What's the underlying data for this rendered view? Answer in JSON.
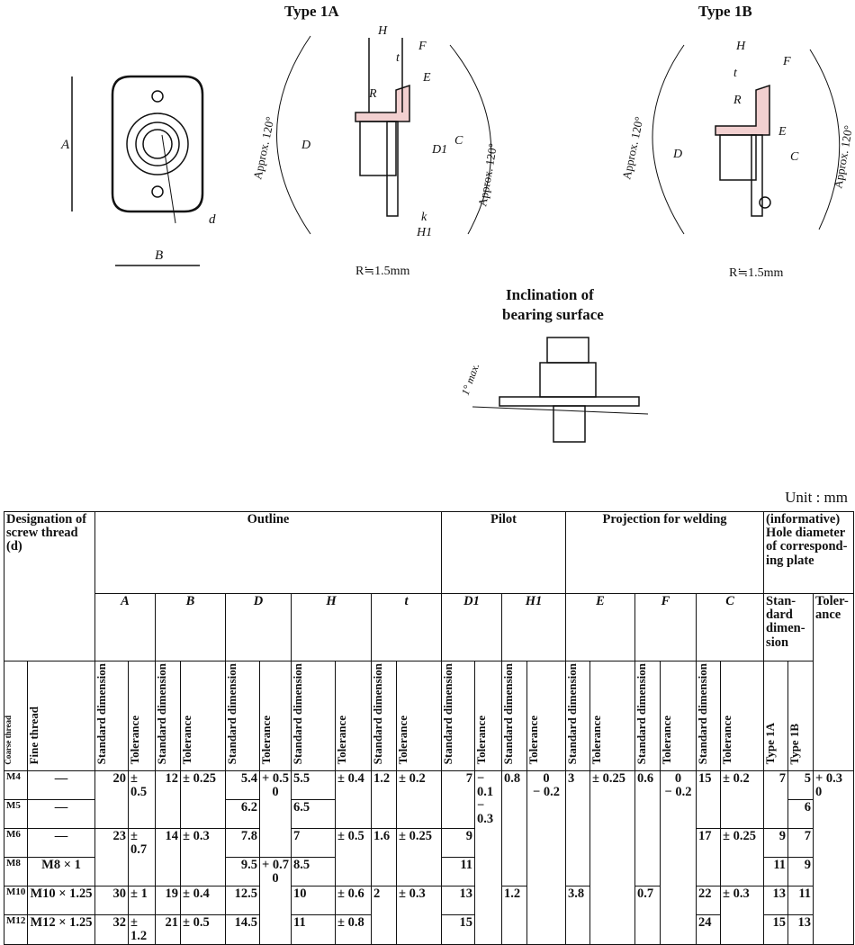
{
  "drawing": {
    "plan": {
      "A": "A",
      "B": "B",
      "d": "d"
    },
    "type1a": {
      "title": "Type 1A",
      "approx_left": "Approx. 120°",
      "approx_right": "Approx. 120°",
      "H": "H",
      "F": "F",
      "t": "t",
      "E": "E",
      "R": "R",
      "D": "D",
      "D1": "D1",
      "C": "C",
      "k": "k",
      "H1": "H1",
      "radius": "R≒1.5mm"
    },
    "type1b": {
      "title": "Type 1B",
      "approx_left": "Approx. 120°",
      "approx_right": "Approx. 120°",
      "H": "H",
      "F": "F",
      "t": "t",
      "E": "E",
      "R": "R",
      "D": "D",
      "C": "C",
      "radius": "R≒1.5mm"
    },
    "inclination": {
      "title_line1": "Inclination of",
      "title_line2": "bearing surface",
      "angle": "1° max."
    }
  },
  "table": {
    "unit": "Unit : mm",
    "headers": {
      "designation": "Designation of screw thread (d)",
      "outline": "Outline",
      "pilot": "Pilot",
      "projection": "Projection for welding",
      "informative": "(informative) Hole diameter of correspond-ing plate",
      "A": "A",
      "B": "B",
      "D": "D",
      "H": "H",
      "t": "t",
      "D1": "D1",
      "H1": "H1",
      "E": "E",
      "F": "F",
      "C": "C",
      "hole_std": "Stan-dard dimen-sion",
      "hole_tol": "Toler-ance",
      "coarse": "Coarse thread",
      "fine": "Fine thread",
      "std": "Standard dimension",
      "tol": "Tolerance",
      "type1a": "Type 1A",
      "type1b": "Type 1B"
    },
    "rows": [
      {
        "coarse": "M4",
        "fine": "—",
        "A": "20",
        "A_tol": "± 0.5",
        "B": "12",
        "B_tol": "± 0.25",
        "D": "5.4",
        "D_tol": "+ 0.5\n0",
        "H": "5.5",
        "H_tol": "± 0.4",
        "t": "1.2",
        "t_tol": "± 0.2",
        "D1": "7",
        "D1_tol": "− 0.1\n− 0.3",
        "H1": "0.8",
        "H1_tol": "0\n− 0.2",
        "E": "3",
        "E_tol": "± 0.25",
        "F": "0.6",
        "F_tol": "0\n− 0.2",
        "C": "15",
        "C_tol": "± 0.2",
        "h1a": "7",
        "h1b": "5",
        "h_tol": "+ 0.3\n0"
      },
      {
        "coarse": "M5",
        "fine": "—",
        "D": "6.2",
        "H": "6.5",
        "h1b": "6"
      },
      {
        "coarse": "M6",
        "fine": "—",
        "A": "23",
        "A_tol": "± 0.7",
        "B": "14",
        "B_tol": "± 0.3",
        "D": "7.8",
        "H": "7",
        "H_tol": "± 0.5",
        "t": "1.6",
        "t_tol": "± 0.25",
        "D1": "9",
        "C": "17",
        "C_tol": "± 0.25",
        "h1a": "9",
        "h1b": "7"
      },
      {
        "coarse": "M8",
        "fine": "M8 × 1",
        "D": "9.5",
        "D_tol": "+ 0.7\n0",
        "H": "8.5",
        "D1": "11",
        "h1a": "11",
        "h1b": "9"
      },
      {
        "coarse": "M10",
        "fine": "M10 × 1.25",
        "A": "30",
        "A_tol": "± 1",
        "B": "19",
        "B_tol": "± 0.4",
        "D": "12.5",
        "H": "10",
        "H_tol": "± 0.6",
        "t": "2",
        "t_tol": "± 0.3",
        "D1": "13",
        "H1": "1.2",
        "E": "3.8",
        "F": "0.7",
        "C": "22",
        "C_tol": "± 0.3",
        "h1a": "13",
        "h1b": "11"
      },
      {
        "coarse": "M12",
        "fine": "M12 × 1.25",
        "A": "32",
        "A_tol": "± 1.2",
        "B": "21",
        "B_tol": "± 0.5",
        "D": "14.5",
        "H": "11",
        "H_tol": "± 0.8",
        "D1": "15",
        "C": "24",
        "h1a": "15",
        "h1b": "13"
      }
    ]
  }
}
